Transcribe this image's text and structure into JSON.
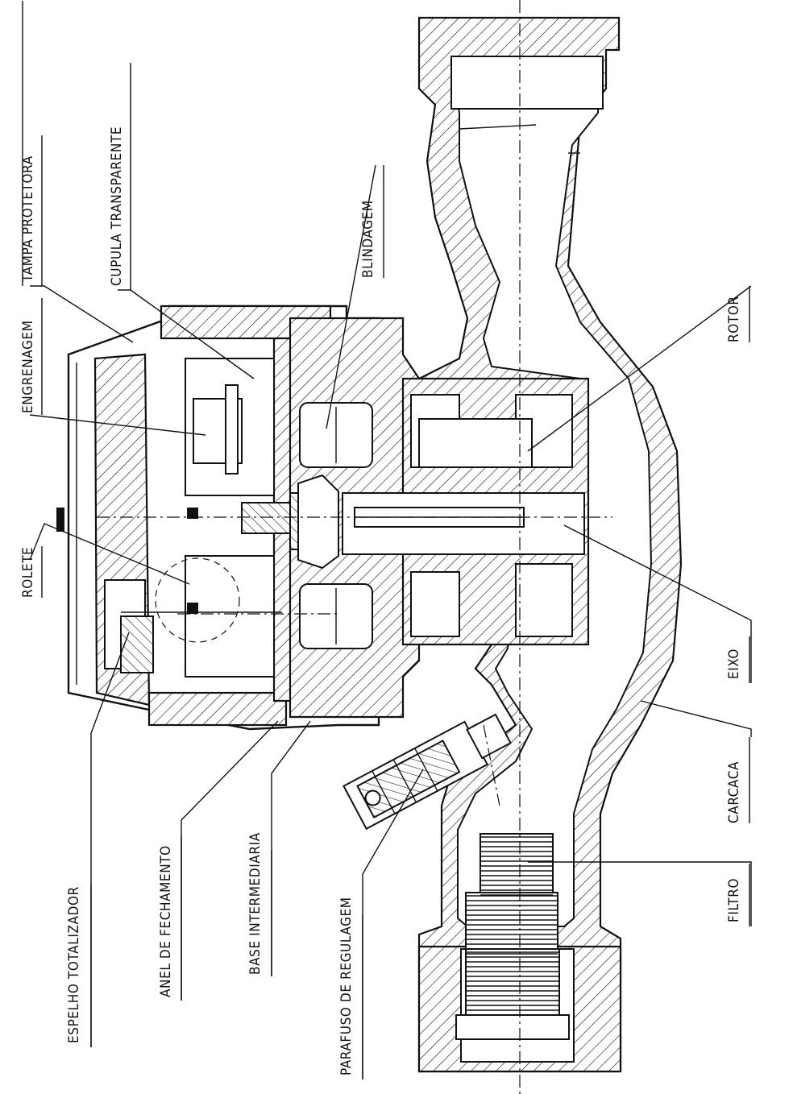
{
  "labels": {
    "tampa_protetora": "TAMPA PROTETORA",
    "cupula_transparente": "CUPULA TRANSPARENTE",
    "engrenagem": "ENGRENAGEM",
    "blindagem": "BLINDAGEM",
    "rolete": "ROLETE",
    "rotor": "ROTOR",
    "eixo": "EIXO",
    "carcaca": "CARCACA",
    "filtro": "FILTRO",
    "espelho_totalizador": "ESPELHO TOTALIZADOR",
    "anel_de_fechamento": "ANEL DE FECHAMENTO",
    "base_intermediaria": "BASE INTERMEDIARIA",
    "parafuso_de_regulagem": "PARAFUSO DE REGULAGEM"
  }
}
